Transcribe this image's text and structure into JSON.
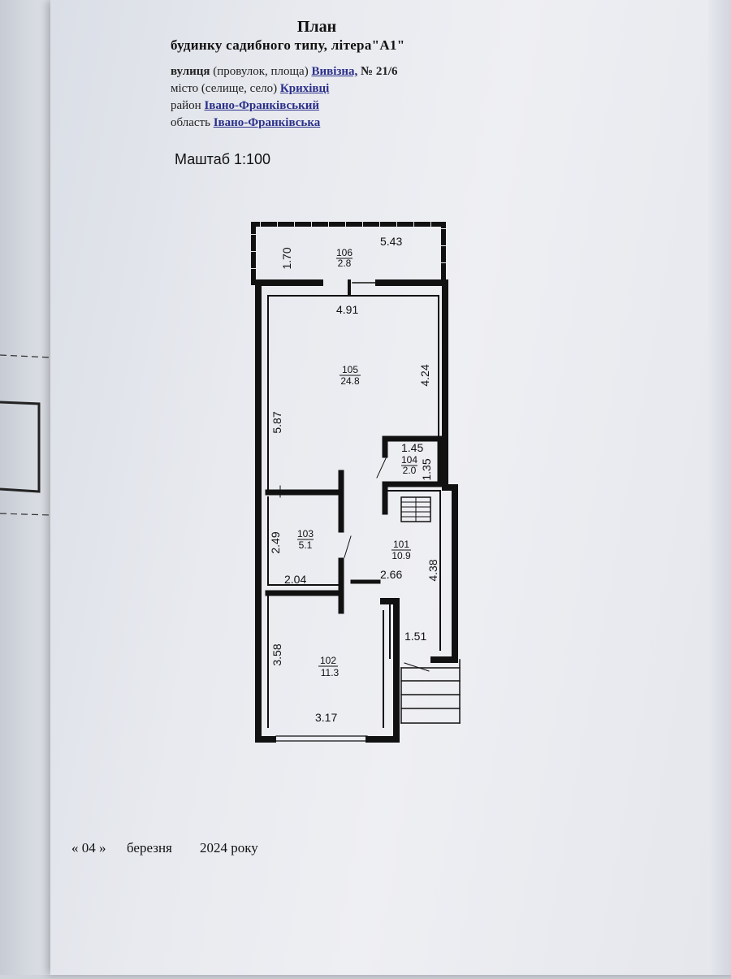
{
  "header": {
    "title": "План",
    "subtitle": "будинку садибного типу, літера\"А1\"",
    "street_label": "вулиця",
    "street_hint": "(провулок,  площа)",
    "street_value": "Вивізна,",
    "number_value": "№ 21/6",
    "city_label": "місто (селище, село)",
    "city_value": "Крихівці",
    "district_label": "район",
    "district_value": "Івано-Франківський",
    "region_label": "область",
    "region_value": "Івано-Франківська"
  },
  "scale": "Маштаб 1:100",
  "rooms": [
    {
      "number": "106",
      "area": "2.8"
    },
    {
      "number": "105",
      "area": "24.8"
    },
    {
      "number": "104",
      "area": "2.0"
    },
    {
      "number": "103",
      "area": "5.1"
    },
    {
      "number": "101",
      "area": "10.9"
    },
    {
      "number": "102",
      "area": "11.3"
    }
  ],
  "dimensions": {
    "d_170": "1.70",
    "d_543": "5.43",
    "d_491": "4.91",
    "d_424": "4.24",
    "d_587": "5.87",
    "d_145": "1.45",
    "d_135": "1.35",
    "d_249": "2.49",
    "d_204": "2.04",
    "d_266": "2.66",
    "d_438": "4.38",
    "d_151": "1.51",
    "d_358": "3.58",
    "d_317": "3.17"
  },
  "date": {
    "day": "« 04 »",
    "month": "березня",
    "year": "2024 року"
  }
}
